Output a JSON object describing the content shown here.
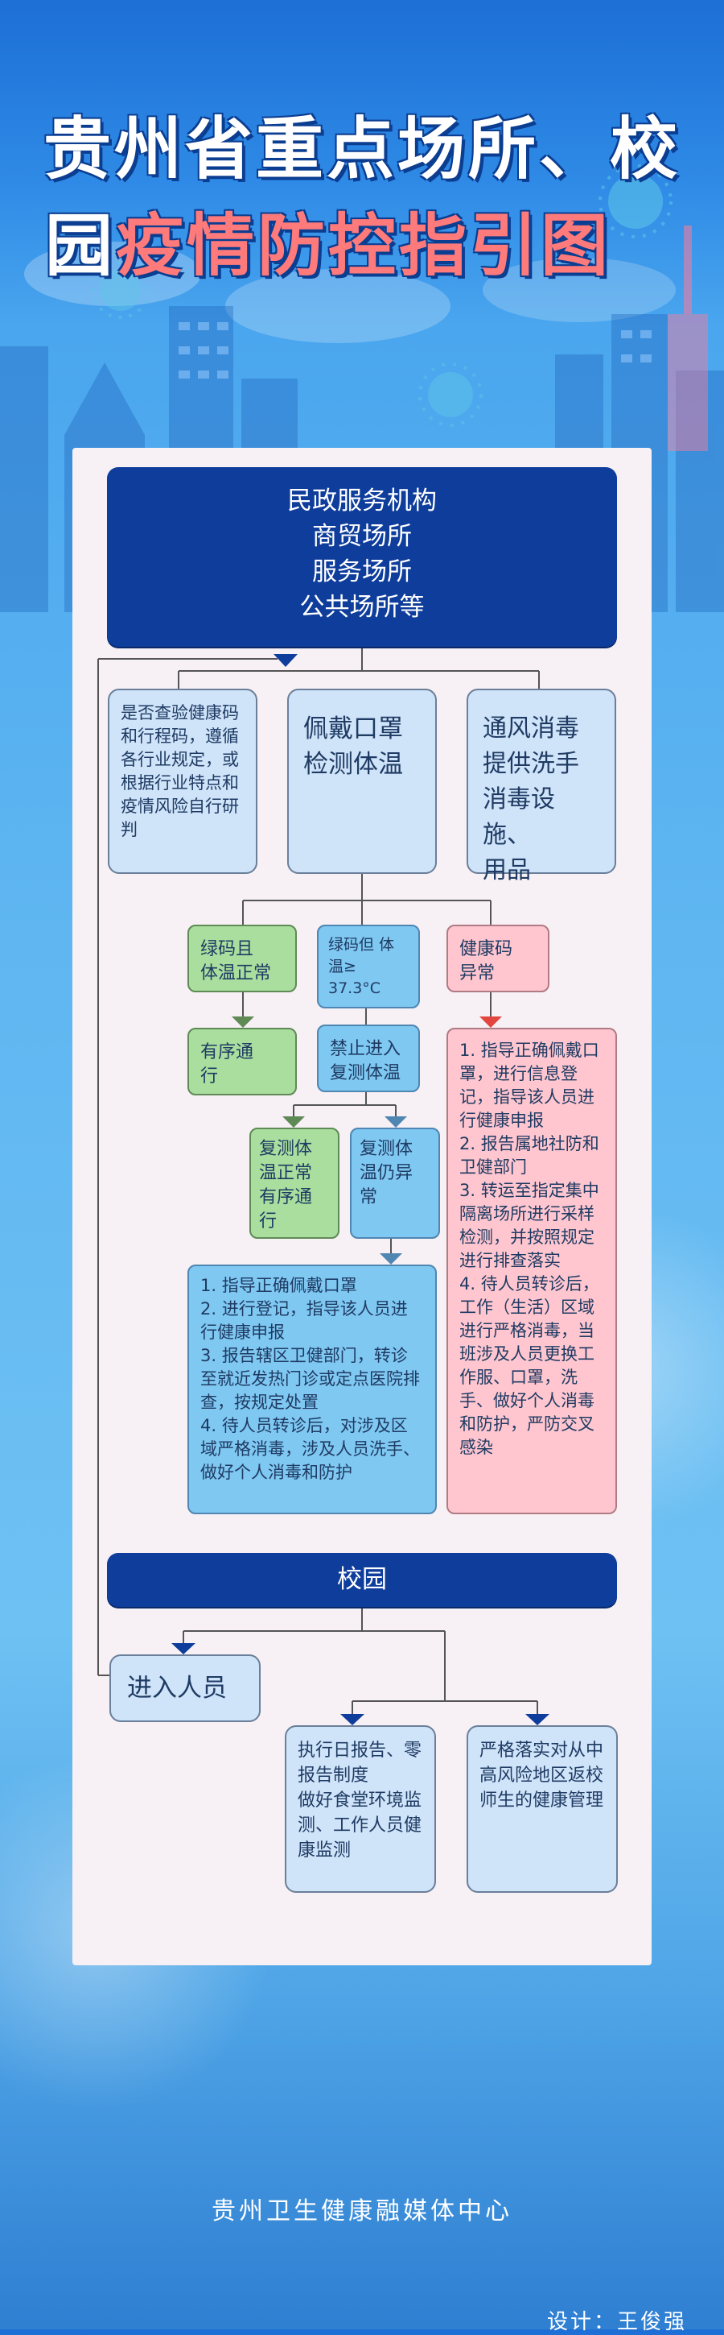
{
  "header": {
    "title_line1": "贵州省重点场所、校",
    "title_line2_lead": "园",
    "title_line2_highlight": "疫情防控指引图"
  },
  "sections": {
    "venues": {
      "lines": [
        "民政服务机构",
        "商贸场所",
        "服务场所",
        "公共场所等"
      ]
    },
    "campus": {
      "title": "校园"
    }
  },
  "venue_steps": {
    "check_codes": "是否查验健康码和行程码，遵循各行业规定，或根据行业特点和疫情风险自行研判",
    "masks_temp": "佩戴口罩\n检测体温",
    "ventilate": "通风消毒\n提供洗手\n消毒设施、\n用品"
  },
  "screening": {
    "green_normal": "绿码且\n体温正常",
    "green_fever": "绿码但\n体 温≥\n37.3°C",
    "code_abnormal": "健康码\n异常",
    "pass": "有序通\n行",
    "no_entry": "禁止进入\n复测体温",
    "retest_normal": "复测体\n温正常\n有序通\n行",
    "retest_abnormal": "复测体\n温仍异\n常",
    "fever_actions": "1. 指导正确佩戴口罩\n2. 进行登记，指导该人员进行健康申报\n3. 报告辖区卫健部门，转诊至就近发热门诊或定点医院排查，按规定处置\n4. 待人员转诊后，对涉及区域严格消毒，涉及人员洗手、做好个人消毒和防护",
    "abnormal_actions": "1. 指导正确佩戴口罩，进行信息登记，指导该人员进行健康申报\n2. 报告属地社防和卫健部门\n3. 转运至指定集中隔离场所进行采样检测，并按照规定进行排查落实\n4. 待人员转诊后，工作（生活）区域进行严格消毒，当班涉及人员更换工作服、口罩，洗手、做好个人消毒和防护，严防交叉感染"
  },
  "campus_steps": {
    "entering": "进入人员",
    "daily_report": "执行日报告、零报告制度\n做好食堂环境监测、工作人员健康监测",
    "returning": "严格落实对从中高风险地区返校师生的健康管理"
  },
  "footer": {
    "organization": "贵州卫生健康融媒体中心",
    "designer": "设计：王俊强"
  },
  "colors": {
    "navy": "#0e3d9b",
    "light_blue": "#cfe3f9",
    "green": "#a9de9e",
    "cyan": "#7fc8f2",
    "pink": "#ffc6cf",
    "arrow_red": "#e2463f"
  }
}
